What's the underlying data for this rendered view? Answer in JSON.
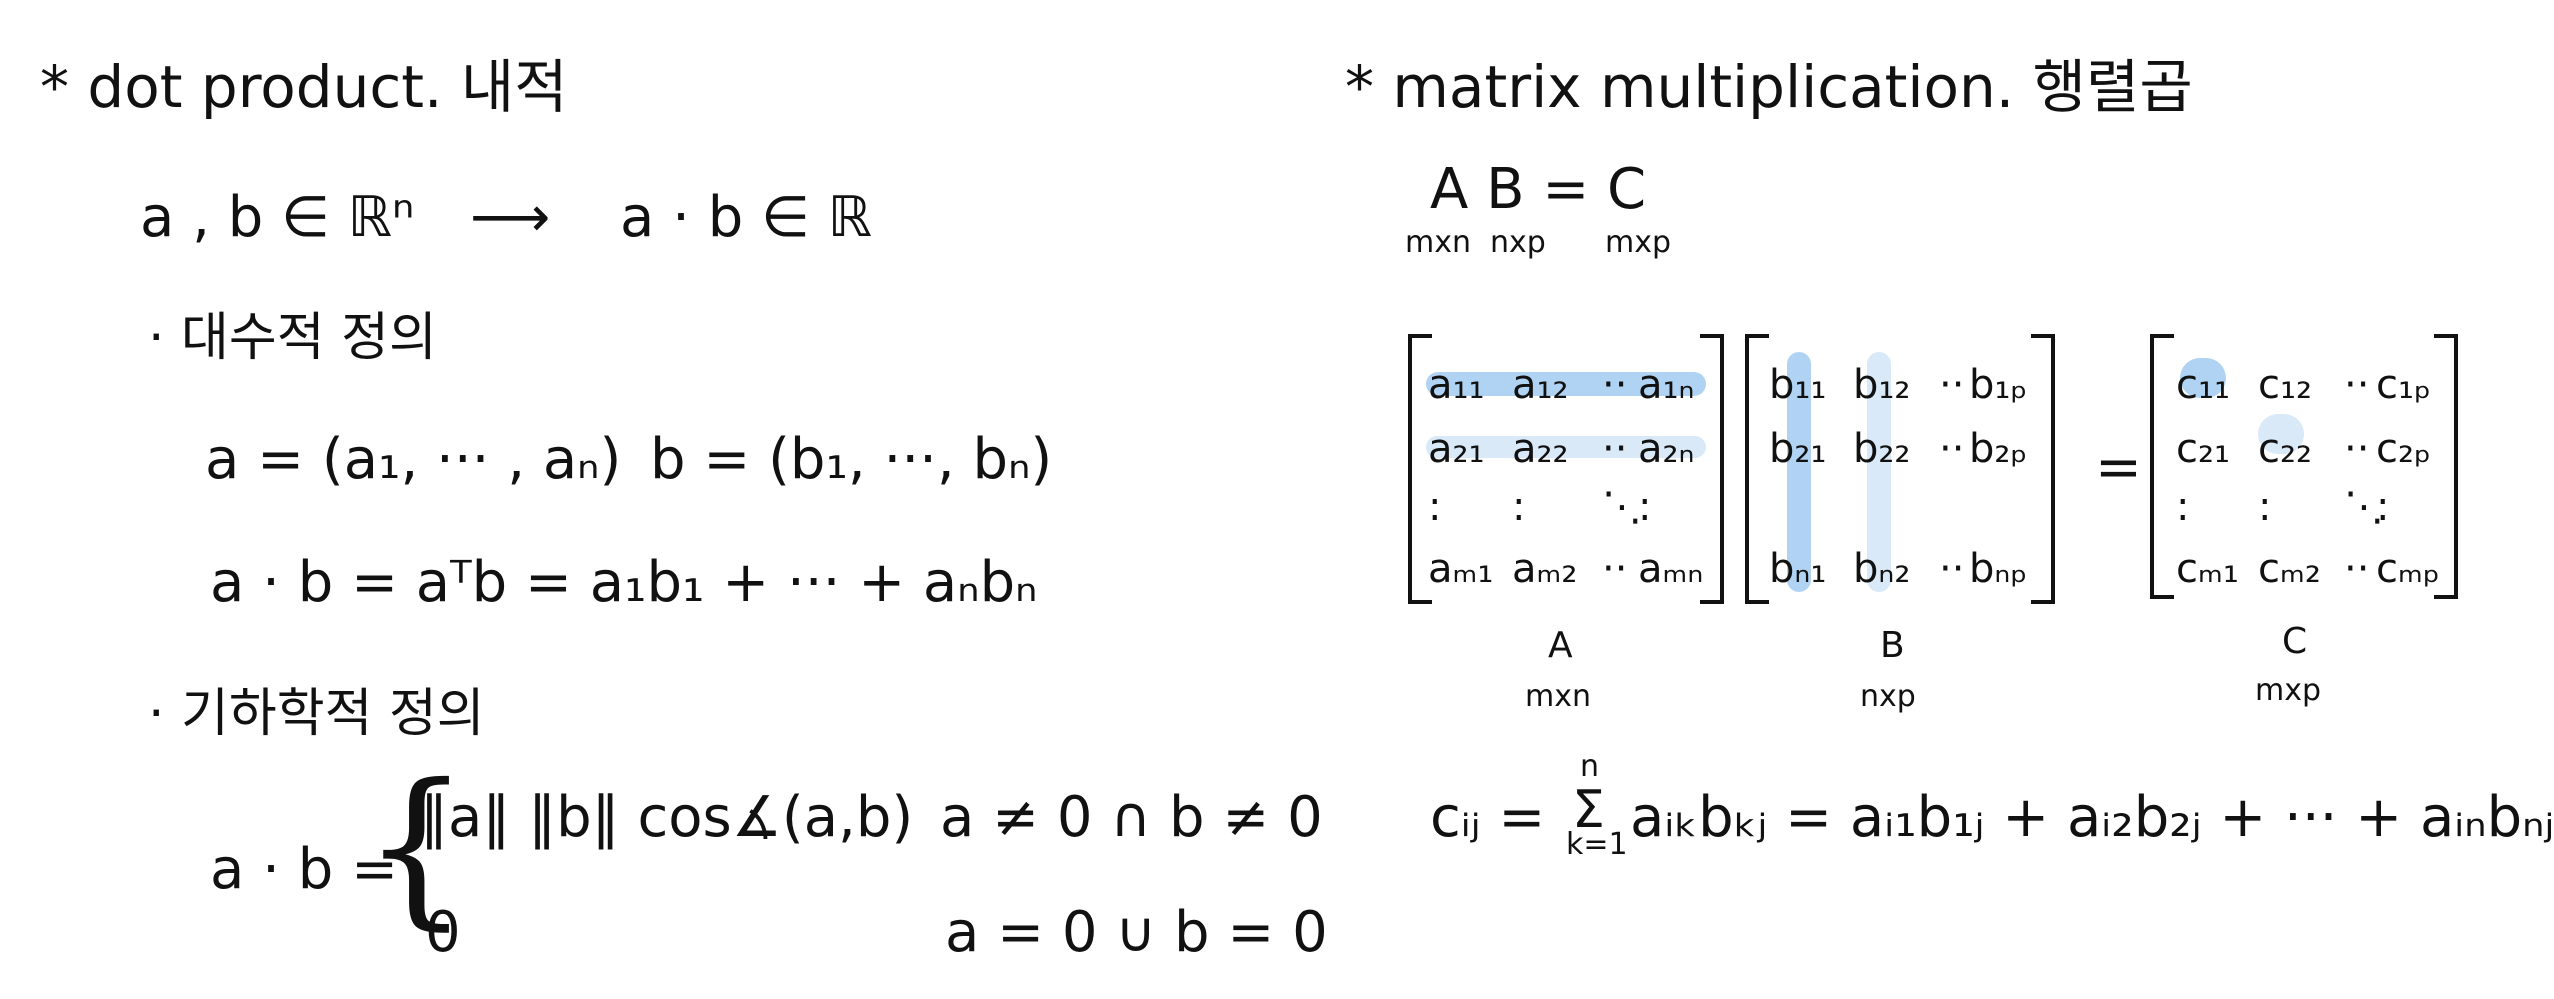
{
  "left": {
    "title": "* dot product. 내적",
    "mapping": {
      "lhs": "a , b ∈ ℝⁿ",
      "arrow": "⟶",
      "rhs": "a · b ∈ ℝ"
    },
    "algebraic": {
      "heading": "· 대수적 정의",
      "a_def": "a = (a₁, ··· , aₙ)",
      "b_def": "b = (b₁, ···, bₙ)",
      "product": "a · b =  aᵀb = a₁b₁ + ··· + aₙbₙ"
    },
    "geometric": {
      "heading": "· 기하학적 정의",
      "lhs": "a · b =",
      "case1_expr": "‖a‖ ‖b‖ cos∡(a,b)",
      "case1_cond": "a ≠ 0  ∩  b ≠ 0",
      "case2_expr": "0",
      "case2_cond": "a = 0  ∪  b = 0"
    }
  },
  "right": {
    "title": "* matrix multiplication. 행렬곱",
    "eq": {
      "text": "A B = C",
      "dimA": "mxn",
      "dimB": "nxp",
      "dimC": "mxp"
    },
    "matrixA": {
      "rows": [
        [
          "a₁₁",
          "a₁₂",
          "··",
          "a₁ₙ"
        ],
        [
          "a₂₁",
          "a₂₂",
          "··",
          "a₂ₙ"
        ],
        [
          ":",
          ":",
          "⋱",
          ":"
        ],
        [
          "aₘ₁",
          "aₘ₂",
          "··",
          "aₘₙ"
        ]
      ],
      "label": "A",
      "dim": "mxn"
    },
    "matrixB": {
      "rows": [
        [
          "b₁₁",
          "b₁₂",
          "··",
          "b₁ₚ"
        ],
        [
          "b₂₁",
          "b₂₂",
          "··",
          "b₂ₚ"
        ],
        [
          "",
          "",
          " ",
          ""
        ],
        [
          "bₙ₁",
          "bₙ₂",
          "··",
          "bₙₚ"
        ]
      ],
      "label": "B",
      "dim": "nxp"
    },
    "equals": "=",
    "matrixC": {
      "rows": [
        [
          "c₁₁",
          "c₁₂",
          "··",
          "c₁ₚ"
        ],
        [
          "c₂₁",
          "c₂₂",
          "··",
          "c₂ₚ"
        ],
        [
          ":",
          ":",
          "⋱",
          ":"
        ],
        [
          "cₘ₁",
          "cₘ₂",
          "··",
          "cₘₚ"
        ]
      ],
      "label": "C",
      "dim": "mxp"
    },
    "formula": {
      "lhs": "cᵢⱼ =",
      "sum_top": "n",
      "sum_sym": "Σ",
      "sum_bottom": "k=1",
      "rhs": "aᵢₖbₖⱼ = aᵢ₁b₁ⱼ + aᵢ₂b₂ⱼ + ··· + aᵢₙbₙⱼ"
    },
    "highlight_color": "#9cc8f0",
    "highlight_light": "#cfe3f6"
  }
}
